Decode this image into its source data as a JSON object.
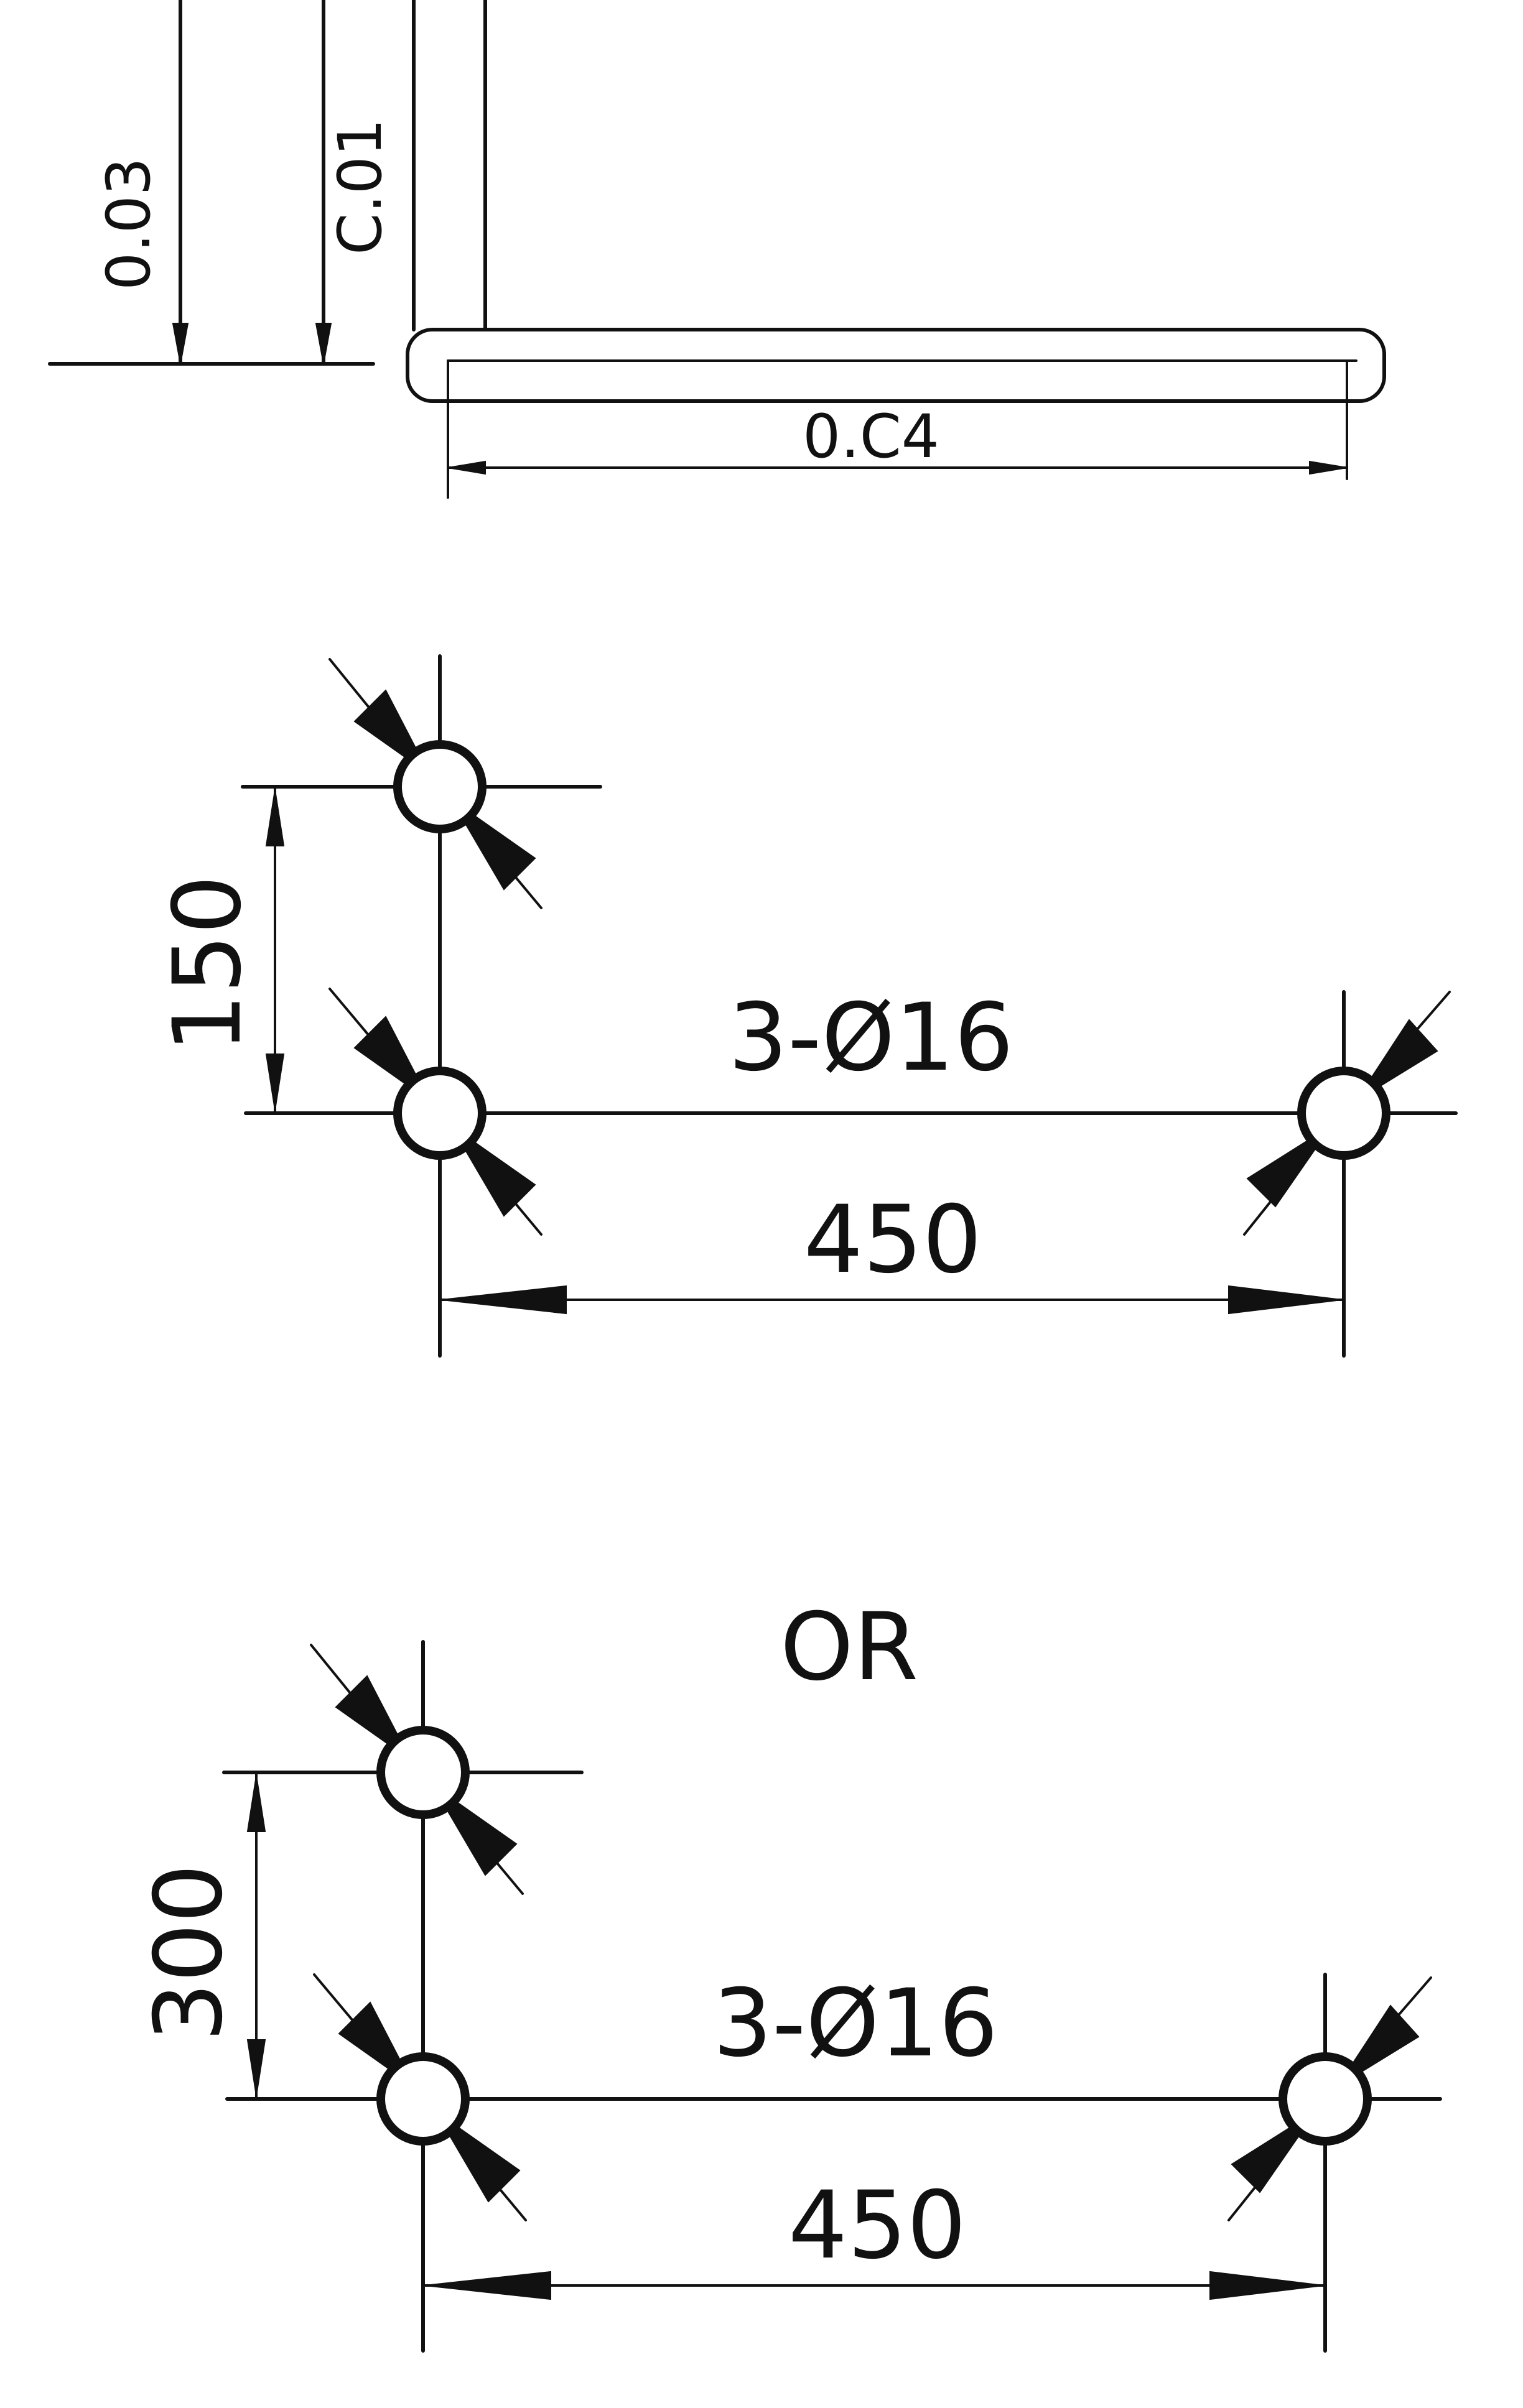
{
  "colors": {
    "ink": "#111111",
    "paper": "#ffffff"
  },
  "top_section": {
    "left_dim_1": "0.03",
    "left_dim_2": "C.01",
    "bottom_dim": "0.C4"
  },
  "pattern_1": {
    "vertical_dim": "150",
    "hole_callout": "3-Ø16",
    "horizontal_dim": "450"
  },
  "separator": "OR",
  "pattern_2": {
    "vertical_dim": "300",
    "hole_callout": "3-Ø16",
    "horizontal_dim": "450"
  }
}
